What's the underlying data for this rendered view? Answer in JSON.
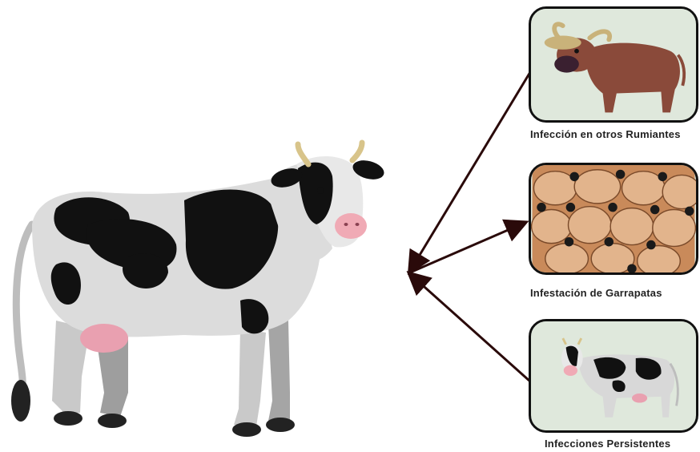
{
  "diagram": {
    "main_subject": "cow",
    "panels": [
      {
        "id": "ruminants",
        "caption": "Infección en otros Rumiantes",
        "icon": "buffalo-icon"
      },
      {
        "id": "ticks",
        "caption": "Infestación de Garrapatas",
        "icon": "tick-cluster-icon"
      },
      {
        "id": "persistent",
        "caption": "Infecciones Persistentes",
        "icon": "cow-icon"
      }
    ],
    "colors": {
      "arrow": "#2a0a0a",
      "panel_border": "#111111",
      "panel_background": "#dfe8dc",
      "buffalo": "#8a4a3a",
      "tick_body": "#d9a27a",
      "cow_body": "#d8d8d8",
      "cow_spots": "#111111"
    }
  }
}
